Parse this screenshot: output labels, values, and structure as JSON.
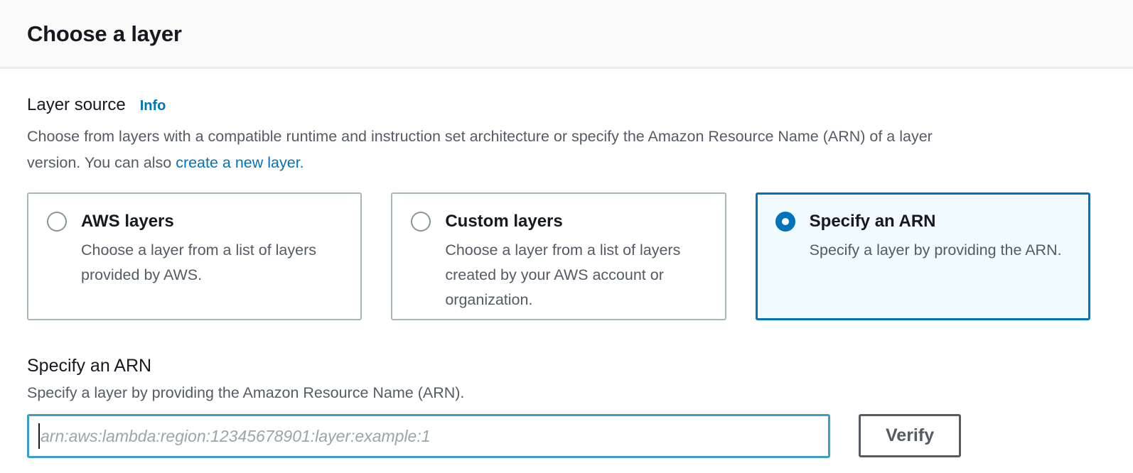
{
  "header": {
    "title": "Choose a layer"
  },
  "layer_source": {
    "label": "Layer source",
    "info_link": "Info",
    "description_line1": "Choose from layers with a compatible runtime and instruction set architecture or specify the Amazon Resource Name (ARN) of a layer",
    "description_line2_prefix": "version. You can also ",
    "create_link": "create a new layer."
  },
  "options": [
    {
      "title": "AWS layers",
      "description": "Choose a layer from a list of layers provided by AWS.",
      "selected": false
    },
    {
      "title": "Custom layers",
      "description": "Choose a layer from a list of layers created by your AWS account or organization.",
      "selected": false
    },
    {
      "title": "Specify an ARN",
      "description": "Specify a layer by providing the ARN.",
      "selected": true
    }
  ],
  "arn_section": {
    "title": "Specify an ARN",
    "description": "Specify a layer by providing the Amazon Resource Name (ARN).",
    "input_value": "",
    "input_placeholder": "arn:aws:lambda:region:12345678901:layer:example:1",
    "verify_button": "Verify"
  },
  "colors": {
    "link_blue": "#0073bb",
    "selected_card_border": "#0073bb",
    "selected_card_background": "#f1faff",
    "input_focus_border": "#3e9dc6",
    "text_dark": "#16191f",
    "text_gray": "#545b64",
    "card_border_gray": "#aab7b8",
    "button_border_gray": "#545b64"
  }
}
